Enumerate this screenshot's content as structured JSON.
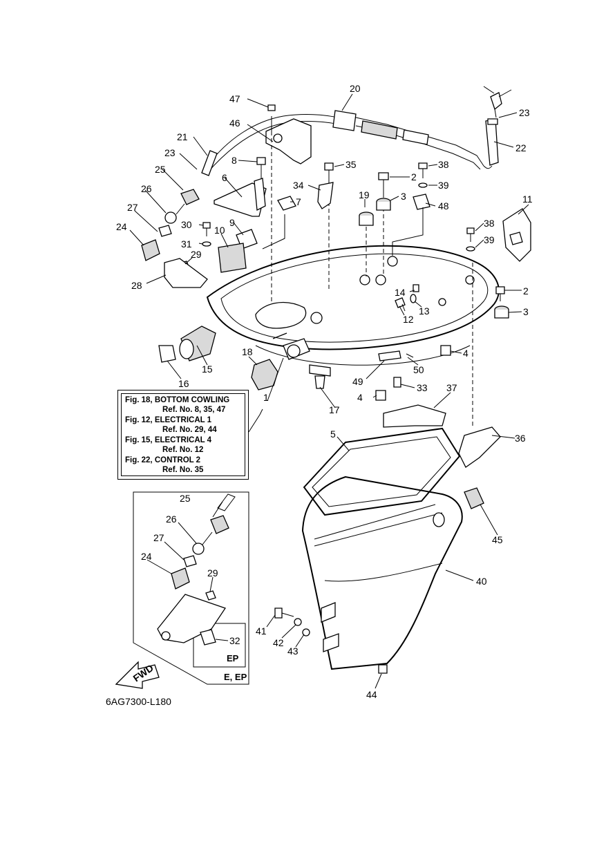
{
  "references": [
    {
      "fig": "Fig. 18, BOTTOM COWLING",
      "ref": "Ref. No. 8, 35, 47"
    },
    {
      "fig": "Fig. 12, ELECTRICAL 1",
      "ref": "Ref. No. 29, 44"
    },
    {
      "fig": "Fig. 15, ELECTRICAL 4",
      "ref": "Ref. No. 12"
    },
    {
      "fig": "Fig. 22, CONTROL 2",
      "ref": "Ref. No. 35"
    }
  ],
  "diagram_code": "6AG7300-L180",
  "fwd_label": "FWD",
  "inset_variant_label": "E, EP",
  "ep_box_label": "EP",
  "callouts": [
    {
      "n": "47"
    },
    {
      "n": "20"
    },
    {
      "n": "23"
    },
    {
      "n": "46"
    },
    {
      "n": "21"
    },
    {
      "n": "22"
    },
    {
      "n": "23"
    },
    {
      "n": "8"
    },
    {
      "n": "35"
    },
    {
      "n": "2"
    },
    {
      "n": "38"
    },
    {
      "n": "25"
    },
    {
      "n": "6"
    },
    {
      "n": "34"
    },
    {
      "n": "3"
    },
    {
      "n": "39"
    },
    {
      "n": "26"
    },
    {
      "n": "19"
    },
    {
      "n": "48"
    },
    {
      "n": "11"
    },
    {
      "n": "7"
    },
    {
      "n": "27"
    },
    {
      "n": "30"
    },
    {
      "n": "9"
    },
    {
      "n": "38"
    },
    {
      "n": "24"
    },
    {
      "n": "10"
    },
    {
      "n": "31"
    },
    {
      "n": "39"
    },
    {
      "n": "29"
    },
    {
      "n": "28"
    },
    {
      "n": "2"
    },
    {
      "n": "14"
    },
    {
      "n": "13"
    },
    {
      "n": "3"
    },
    {
      "n": "12"
    },
    {
      "n": "4"
    },
    {
      "n": "18"
    },
    {
      "n": "50"
    },
    {
      "n": "15"
    },
    {
      "n": "16"
    },
    {
      "n": "49"
    },
    {
      "n": "33"
    },
    {
      "n": "4"
    },
    {
      "n": "37"
    },
    {
      "n": "17"
    },
    {
      "n": "1"
    },
    {
      "n": "5"
    },
    {
      "n": "36"
    },
    {
      "n": "25"
    },
    {
      "n": "45"
    },
    {
      "n": "26"
    },
    {
      "n": "27"
    },
    {
      "n": "40"
    },
    {
      "n": "24"
    },
    {
      "n": "29"
    },
    {
      "n": "41"
    },
    {
      "n": "32"
    },
    {
      "n": "42"
    },
    {
      "n": "43"
    },
    {
      "n": "44"
    }
  ]
}
